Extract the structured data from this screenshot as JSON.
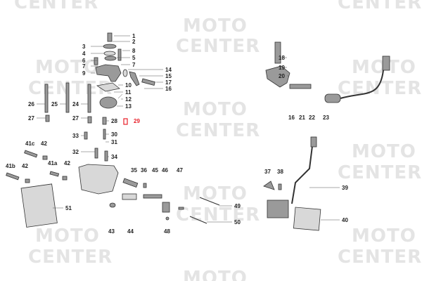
{
  "watermark": {
    "line1": "MOTO",
    "line2": "CENTER"
  },
  "accent_color": "#e8202a",
  "labels": [
    "1",
    "2",
    "3",
    "8",
    "4",
    "5",
    "6",
    "7",
    "7",
    "9",
    "14",
    "10",
    "15",
    "17",
    "16",
    "11",
    "12",
    "13",
    "26",
    "25",
    "24",
    "27",
    "27",
    "28",
    "29",
    "30",
    "31",
    "33",
    "41c",
    "42",
    "32",
    "34",
    "41b",
    "42",
    "41a",
    "42",
    "35",
    "36",
    "45",
    "46",
    "47",
    "49",
    "51",
    "50",
    "43",
    "44",
    "48",
    "18",
    "19",
    "20",
    "16",
    "21",
    "22",
    "23",
    "37",
    "38",
    "39",
    "40"
  ],
  "highlighted_label": "29"
}
